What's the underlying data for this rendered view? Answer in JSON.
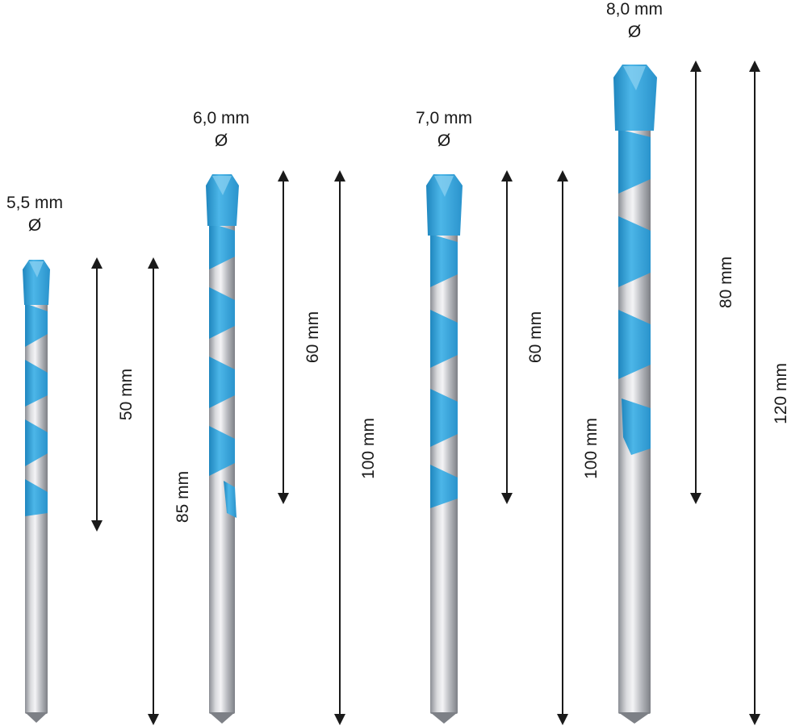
{
  "colors": {
    "accent": "#3aa6dc",
    "accent_dark": "#1f86be",
    "shank_light": "#dcdde1",
    "shank_dark": "#8b8e94",
    "line": "#1a1a1a"
  },
  "drills": [
    {
      "diameter_label": "5,5 mm",
      "diameter_symbol": "Ø",
      "flute_length_label": "50 mm",
      "total_length_label": "85 mm"
    },
    {
      "diameter_label": "6,0 mm",
      "diameter_symbol": "Ø",
      "flute_length_label": "60 mm",
      "total_length_label": "100 mm"
    },
    {
      "diameter_label": "7,0 mm",
      "diameter_symbol": "Ø",
      "flute_length_label": "60 mm",
      "total_length_label": "100 mm"
    },
    {
      "diameter_label": "8,0 mm",
      "diameter_symbol": "Ø",
      "flute_length_label": "80 mm",
      "total_length_label": "120 mm"
    }
  ]
}
